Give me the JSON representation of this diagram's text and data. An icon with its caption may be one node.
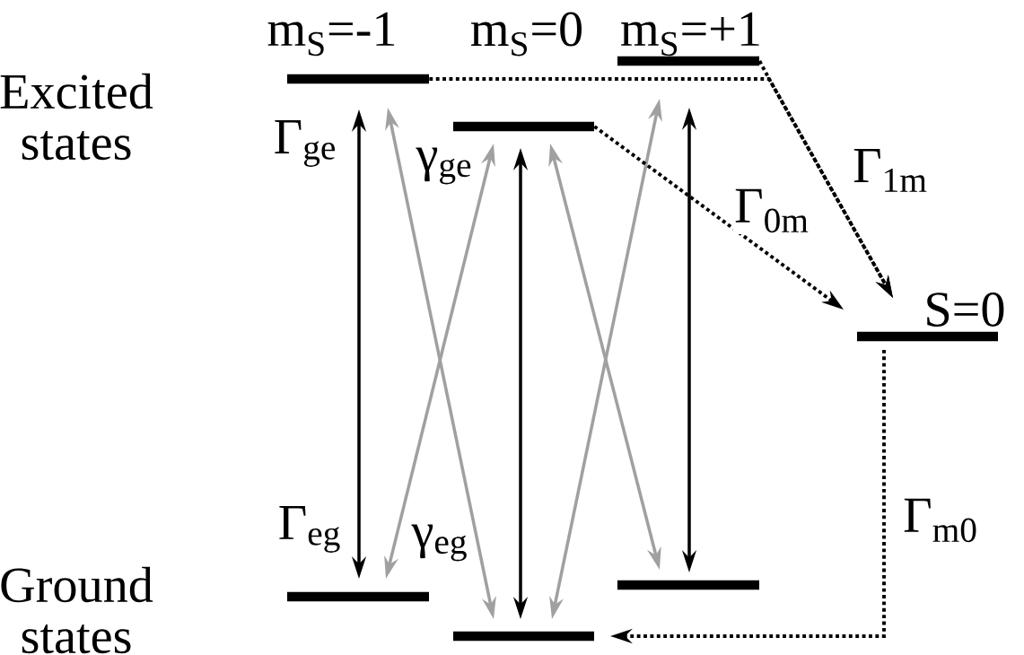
{
  "diagram": {
    "nodes": [
      {
        "text": [],
        "shape": "bar"
      },
      {
        "text": [],
        "shape": "bar"
      },
      {
        "text": [],
        "shape": "bar"
      },
      {
        "text": [],
        "shape": "bar",
        "beside": [
          "S=0"
        ]
      },
      {
        "text": [],
        "shape": "bar"
      },
      {
        "text": [],
        "shape": "bar"
      },
      {
        "text": [],
        "shape": "bar"
      }
    ],
    "edges": [
      {
        "from": 0,
        "to": 4,
        "arrow": "both"
      },
      {
        "from": 1,
        "to": 5,
        "arrow": "both"
      },
      {
        "from": 2,
        "to": 6,
        "arrow": "both"
      },
      {
        "from": 0,
        "to": 5,
        "arrow": "both",
        "color": "#a0a0a0"
      },
      {
        "from": 4,
        "to": 1,
        "arrow": "both",
        "color": "#a0a0a0"
      },
      {
        "from": 1,
        "to": 6,
        "arrow": "both",
        "color": "#a0a0a0"
      },
      {
        "from": 5,
        "to": 2,
        "arrow": "both",
        "color": "#a0a0a0"
      },
      {
        "from": 0,
        "to": 3,
        "arrow": "to",
        "style": "dashed"
      },
      {
        "from": 2,
        "to": 3,
        "arrow": "to",
        "style": "dashed",
        "label": "Γ$_{1m}$"
      },
      {
        "from": 1,
        "to": 3,
        "arrow": "to",
        "style": "dashed",
        "label": "Γ$_{0m}$"
      },
      {
        "from": 3,
        "to": 5,
        "arrow": "to",
        "style": "dashed",
        "label": "Γ$_{m0}$"
      }
    ],
    "labels": [
      "m$_{S}$=-1",
      "m$_{S}$=0",
      "m$_{S}$=+1",
      "Excited states",
      "Γ$_{ge}$",
      "γ$_{ge}$",
      "Γ$_{eg}$",
      "γ$_{eg}$",
      "Ground states"
    ]
  }
}
